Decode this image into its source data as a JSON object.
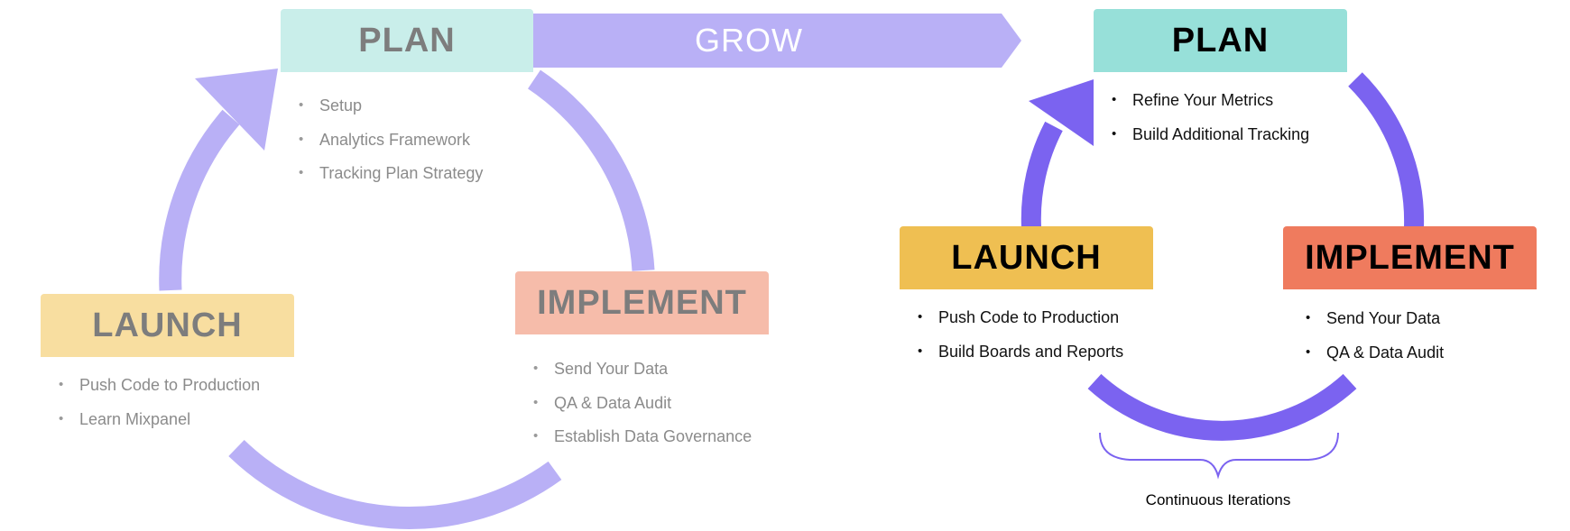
{
  "colors": {
    "light_arrow": "#b9b0f6",
    "dark_arrow": "#7b63f0",
    "plan_light": "#c9eeea",
    "implement_light": "#f6bcaa",
    "launch_light": "#f8dea0",
    "plan_dark": "#97e0d9",
    "implement_dark": "#ef7b5e",
    "launch_dark": "#efbf52",
    "brace": "#7b63f0"
  },
  "grow": {
    "label": "GROW"
  },
  "first_cycle": {
    "plan": {
      "title": "PLAN",
      "items": [
        "Setup",
        "Analytics Framework",
        "Tracking Plan Strategy"
      ]
    },
    "implement": {
      "title": "IMPLEMENT",
      "items": [
        "Send Your Data",
        "QA & Data Audit",
        "Establish Data Governance"
      ]
    },
    "launch": {
      "title": "LAUNCH",
      "items": [
        "Push Code to Production",
        "Learn Mixpanel"
      ]
    }
  },
  "second_cycle": {
    "plan": {
      "title": "PLAN",
      "items": [
        "Refine Your Metrics",
        "Build Additional Tracking"
      ]
    },
    "implement": {
      "title": "IMPLEMENT",
      "items": [
        "Send Your Data",
        "QA & Data Audit"
      ]
    },
    "launch": {
      "title": "LAUNCH",
      "items": [
        "Push Code to Production",
        "Build Boards and Reports"
      ]
    },
    "caption": "Continuous Iterations"
  }
}
